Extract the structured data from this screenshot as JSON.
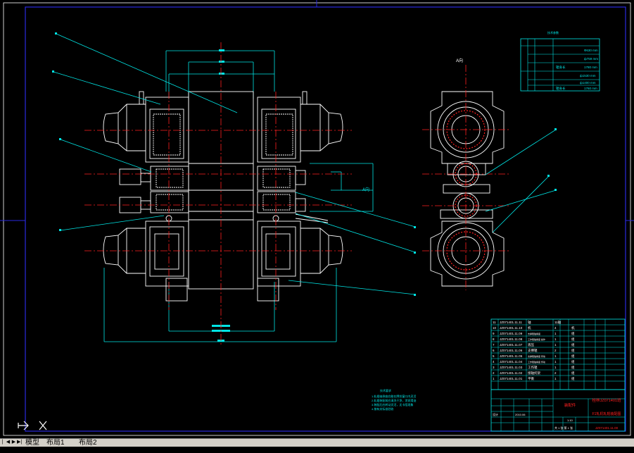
{
  "canvas": {
    "background": "#000000",
    "frame_color": "#2a2ae0",
    "line_color": "#ffffff",
    "center_color": "#ff2020",
    "dim_color": "#00e5e5"
  },
  "view_label": "A向",
  "dim_label": "A向",
  "tech_table": {
    "title": "技术参数",
    "rows": [
      {
        "label": "",
        "sub": "",
        "name": "",
        "value": "Ф630 mm"
      },
      {
        "label": "",
        "sub": "",
        "name": "",
        "value": "ф759 mm"
      },
      {
        "label": "",
        "sub": "",
        "name": "辊身长",
        "value": "1780 mm"
      },
      {
        "label": "",
        "sub": "",
        "name": "",
        "value": "ф1530 mm"
      },
      {
        "label": "",
        "sub": "",
        "name": "",
        "value": "ф1400 mm"
      },
      {
        "label": "",
        "sub": "",
        "name": "辊身长",
        "value": "1760 mm"
      }
    ]
  },
  "notes": {
    "title": "技术要求",
    "lines": [
      "1.轧辊轴承座应能在牌坊窗口内灵活",
      "2.轧辊装配前应清洗干净，涂润滑油",
      "3.装配后应转动灵活，无卡阻现象",
      "4.按有关标准验收"
    ]
  },
  "bom": {
    "rows": [
      {
        "no": "11",
        "code": "JZ071401.11.11",
        "name": "轴",
        "qty": "11轴",
        "material": ""
      },
      {
        "no": "10",
        "code": "JZ071401.11.10",
        "name": "机",
        "qty": "4",
        "material": "机"
      },
      {
        "no": "9",
        "code": "JZ071401.11.09",
        "name": "支撑辊轴承座",
        "qty": "1",
        "material": "组"
      },
      {
        "no": "8",
        "code": "JZ071401.11.08",
        "name": "工作辊轴承座 操作",
        "qty": "1",
        "material": "组"
      },
      {
        "no": "7",
        "code": "JZ071401.11.07",
        "name": "液压",
        "qty": "1",
        "material": "组"
      },
      {
        "no": "6",
        "code": "JZ071401.11.06",
        "name": "支撑辊",
        "qty": "2",
        "material": "组"
      },
      {
        "no": "5",
        "code": "JZ071401.11.05",
        "name": "支撑辊轴承座 传动",
        "qty": "1",
        "material": "组"
      },
      {
        "no": "4",
        "code": "JZ071401.11.04",
        "name": "工作辊轴承座 传动",
        "qty": "1",
        "material": "组"
      },
      {
        "no": "3",
        "code": "JZ071401.11.03",
        "name": "工作辊",
        "qty": "1",
        "material": "组"
      },
      {
        "no": "2",
        "code": "JZ071401.11.02",
        "name": "接轴托架",
        "qty": "2",
        "material": "组"
      },
      {
        "no": "1",
        "code": "JZ071401.11.01",
        "name": "平衡",
        "qty": "1",
        "material": "组"
      }
    ]
  },
  "title_block": {
    "school": "桂林JZ071401班",
    "drawing_name": "F1轧机轧辊装配图",
    "part_type": "装配件",
    "drawing_no": "JZ071401.11.00",
    "scale": "1:10",
    "sheet": "共 1 张 第 1 张",
    "date": "2010.06",
    "designer": "设计"
  },
  "tabs": {
    "model": "模型",
    "layout1": "布局1",
    "layout2": "布局2"
  }
}
